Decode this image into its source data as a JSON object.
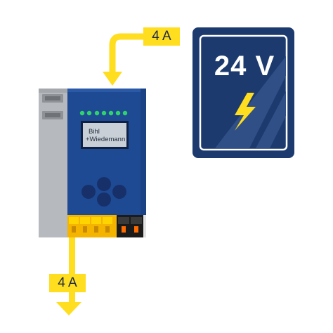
{
  "diagram": {
    "current_in_label": "4 A",
    "current_out_label": "4 A",
    "device": {
      "brand_line1": "Bihl",
      "brand_line2": "+Wiedemann"
    },
    "power_supply": {
      "voltage_label": "24 V",
      "symbol": "lightning-bolt-icon"
    },
    "colors": {
      "current_path": "#ffdd1f",
      "device_body": "#1e4a94",
      "power_supply_bg": "#1c3a6e",
      "rail_gray": "#b6b9bd",
      "led_green": "#2fd36a"
    }
  }
}
